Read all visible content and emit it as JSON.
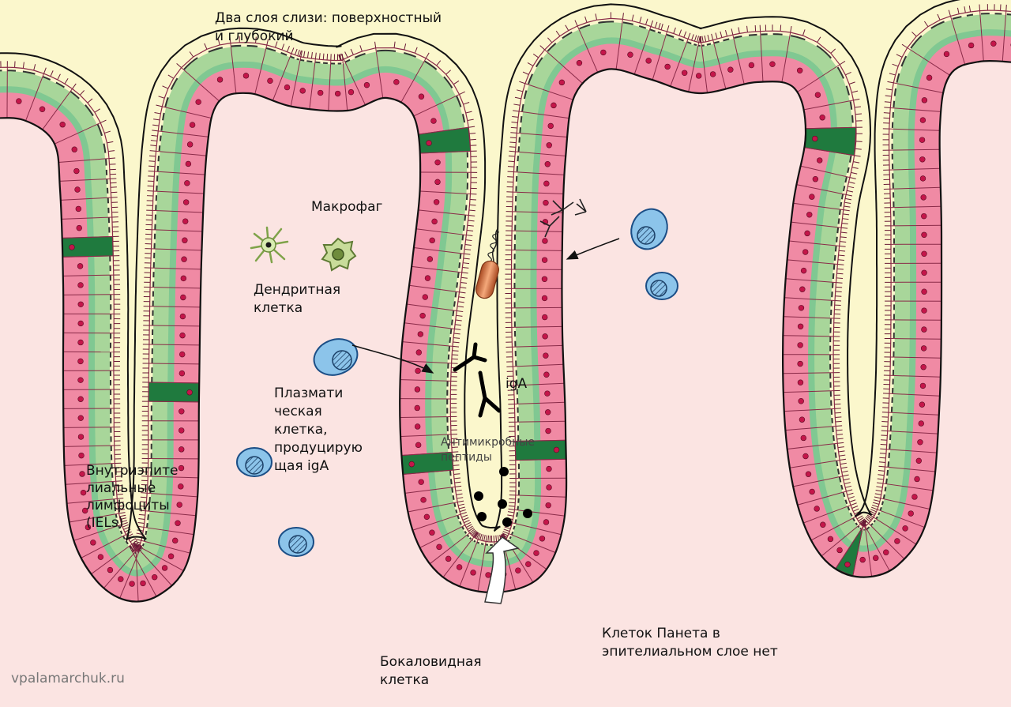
{
  "labels": {
    "mucus_line1": "Два слоя слизи: поверхностный",
    "mucus_line2": "и глубокий",
    "macrophage": "Макрофаг",
    "dendritic_line1": "Дендритная",
    "dendritic_line2": "клетка",
    "plasma_line1": "Плазмати",
    "plasma_line2": "ческая",
    "plasma_line3": "клетка,",
    "plasma_line4": "продуцирую",
    "plasma_line5": "щая igA",
    "iga": "igA",
    "amp_line1": "Антимикробные",
    "amp_line2": "пептиды",
    "iel_line1": "Внутриэпите",
    "iel_line2": "лиальные",
    "iel_line3": "лимфоциты",
    "iel_line4": "(IELs)",
    "goblet_line1": "Бокаловидная",
    "goblet_line2": "клетка",
    "paneth_line1": "Клеток Панета в",
    "paneth_line2": "эпителиальном слое нет",
    "watermark": "vpalamarchuk.ru"
  },
  "colors": {
    "lumen": "#fbf7cc",
    "lamina": "#fbe4e2",
    "mucus_outer": "#a8d69a",
    "mucus_inner": "#80c892",
    "enterocyte": "#f08aa4",
    "cell_border": "#8a2a48",
    "nucleus": "#c4164a",
    "goblet": "#1f7a3e",
    "lymphocyte": "#8cc4ea"
  }
}
